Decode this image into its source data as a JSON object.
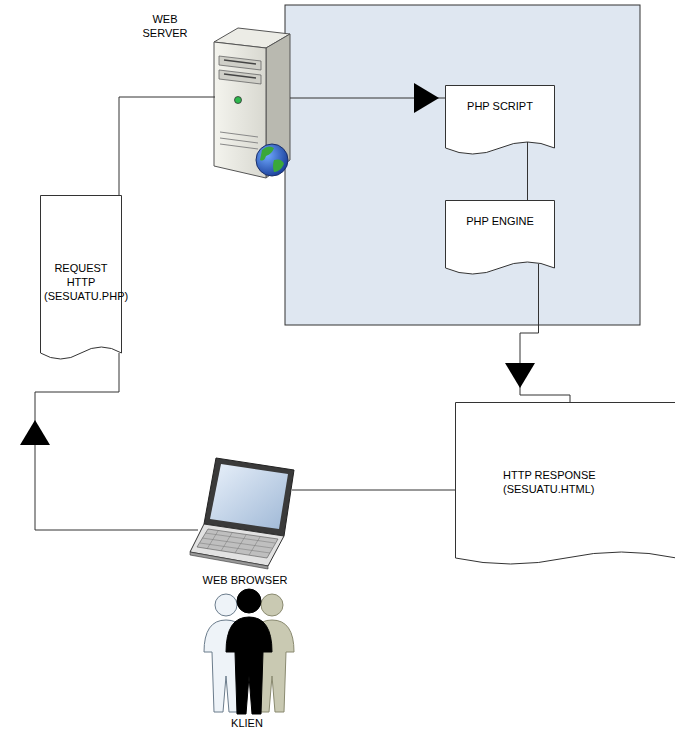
{
  "diagram": {
    "nodes": [
      {
        "text": [
          "WEB SERVER"
        ]
      },
      {
        "text": [
          "PHP SCRIPT"
        ]
      },
      {
        "text": [
          "PHP ENGINE"
        ]
      },
      {
        "text": [
          "REQUEST HTTP (SESUATU.PHP)"
        ]
      },
      {
        "text": [
          "HTTP RESPONSE (SESUATU.HTML)"
        ]
      },
      {
        "text": [
          "WEB BROWSER"
        ]
      },
      {
        "text": [
          "KLIEN"
        ]
      }
    ],
    "edges": [
      {
        "from": 0,
        "to": 1,
        "arrow": "to"
      },
      {
        "from": 1,
        "to": 2,
        "arrow": "none"
      },
      {
        "from": 2,
        "to": 4,
        "arrow": "to"
      },
      {
        "from": 3,
        "to": 0,
        "arrow": "none"
      },
      {
        "from": 5,
        "to": 3,
        "arrow": "to"
      },
      {
        "from": 4,
        "to": 5,
        "arrow": "none"
      }
    ]
  }
}
